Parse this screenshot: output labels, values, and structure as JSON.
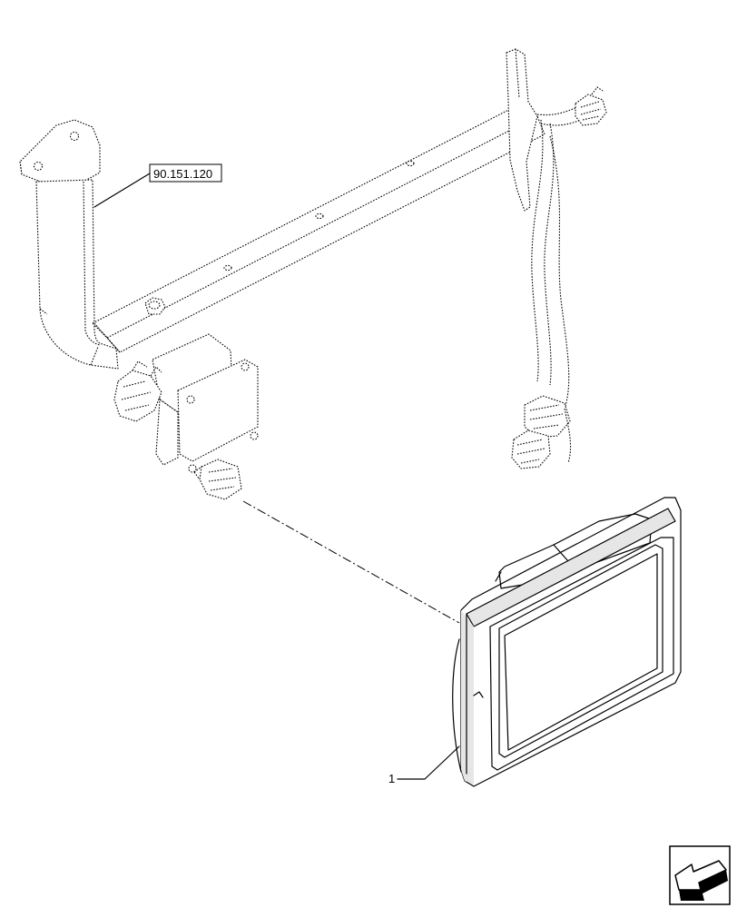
{
  "callouts": {
    "reference_label": "90.151.120",
    "item_number": "1"
  },
  "parts": [
    {
      "id": "mounting-bracket-arm",
      "visible": true
    },
    {
      "id": "cross-beam",
      "visible": true
    },
    {
      "id": "display-monitor",
      "visible": true
    },
    {
      "id": "wiring-harness",
      "visible": true
    }
  ],
  "icons": {
    "navigation": "arrow-corner-icon"
  },
  "colors": {
    "line": "#000000",
    "shade": "#e6e6e6",
    "background": "#ffffff"
  }
}
